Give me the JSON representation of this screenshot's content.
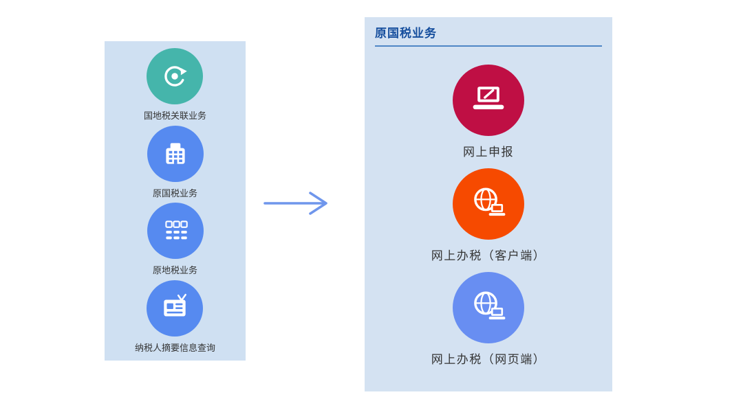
{
  "left_panel": {
    "background": "#cfe0f2",
    "items": [
      {
        "label": "国地税关联业务",
        "icon": "service-sync-icon",
        "color": "#45b5ab"
      },
      {
        "label": "原国税业务",
        "icon": "office-building-icon",
        "color": "#568af0"
      },
      {
        "label": "原地税业务",
        "icon": "grid-menu-icon",
        "color": "#568af0"
      },
      {
        "label": "纳税人摘要信息查询",
        "icon": "id-card-icon",
        "color": "#568af0"
      }
    ]
  },
  "arrow": {
    "name": "right-arrow",
    "color": "#6f96ec"
  },
  "right_panel": {
    "background": "#d4e2f2",
    "title": "原国税业务",
    "title_color": "#164f9e",
    "items": [
      {
        "label": "网上申报",
        "icon": "laptop-edit-icon",
        "color": "#bf0f44"
      },
      {
        "label": "网上办税（客户端）",
        "icon": "globe-laptop-icon",
        "color": "#f64a00"
      },
      {
        "label": "网上办税（网页端）",
        "icon": "globe-laptop-icon",
        "color": "#688ef2"
      }
    ]
  }
}
